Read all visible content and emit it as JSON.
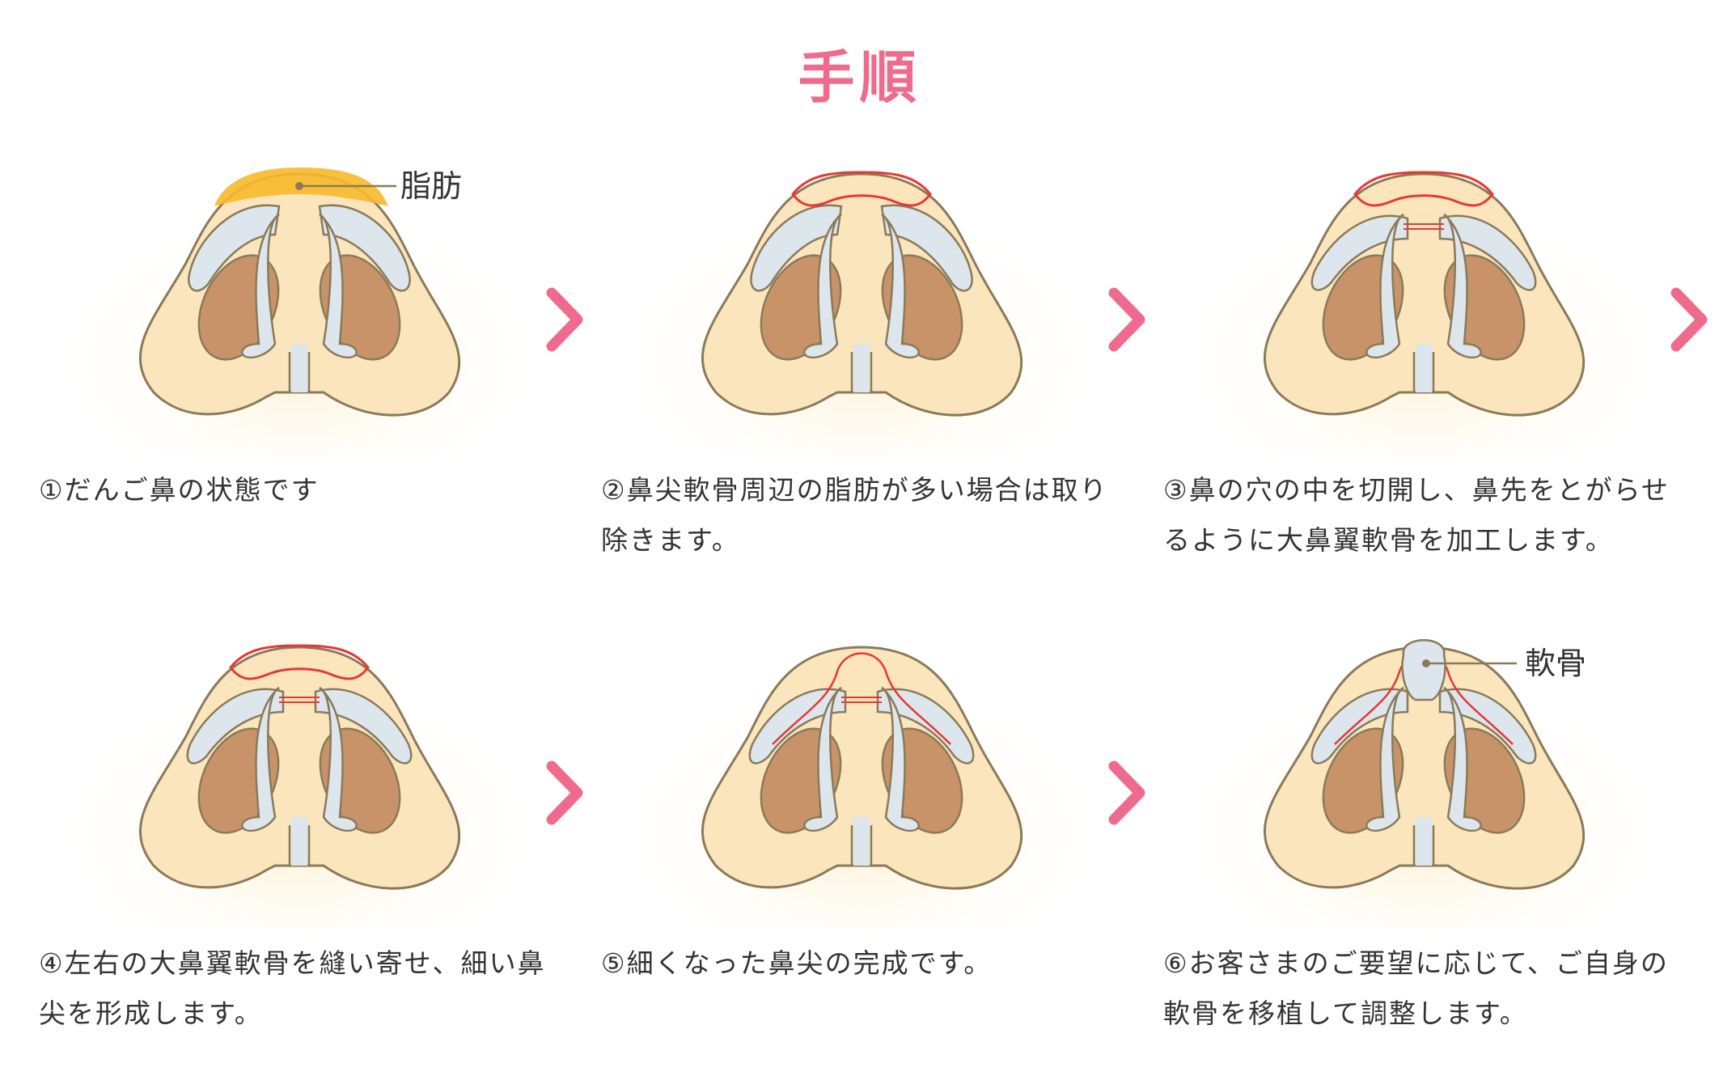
{
  "title": "手順",
  "colors": {
    "accent": "#ef6b8e",
    "skin": "#fbe5bd",
    "outline": "#8a7a5a",
    "cartilage": "#dde6ec",
    "nostril": "#c9936a",
    "fat": "#f7b92a",
    "incision": "#e53935"
  },
  "steps": [
    {
      "caption": "①だんご鼻の状態です",
      "label": "脂肪"
    },
    {
      "caption": "②鼻尖軟骨周辺の脂肪が多い場合は取り除きます。",
      "label": ""
    },
    {
      "caption": "③鼻の穴の中を切開し、鼻先をとがらせるように大鼻翼軟骨を加工します。",
      "label": ""
    },
    {
      "caption": "④左右の大鼻翼軟骨を縫い寄せ、細い鼻尖を形成します。",
      "label": ""
    },
    {
      "caption": "⑤細くなった鼻尖の完成です。",
      "label": ""
    },
    {
      "caption": "⑥お客さまのご要望に応じて、ご自身の軟骨を移植して調整します。",
      "label": "軟骨"
    }
  ],
  "icons": {
    "next": "chevron-right-icon"
  }
}
